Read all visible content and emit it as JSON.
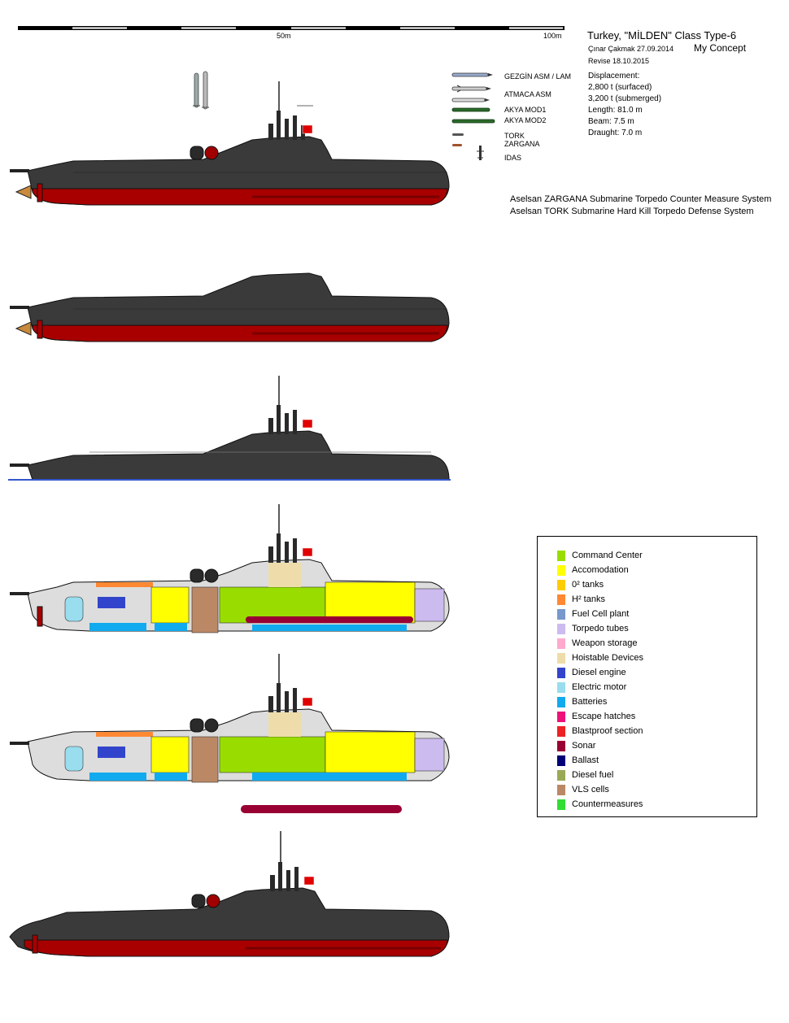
{
  "scale_bar": {
    "label_50": "50m",
    "label_100": "100m"
  },
  "header": {
    "title": "Turkey, \"MİLDEN\" Class Type-6",
    "author_line": "Çınar Çakmak 27.09.2014",
    "concept": "My Concept",
    "revise": "Revise 18.10.2015"
  },
  "specs": [
    "Displacement:",
    "2,800 t (surfaced)",
    "3,200 t (submerged)",
    "Length: 81.0 m",
    "Beam: 7.5 m",
    "Draught: 7.0 m"
  ],
  "weapons": [
    {
      "label": "GEZGİN ASM / LAM",
      "icon": "cruise-missile-icon"
    },
    {
      "label": "ATMACA ASM",
      "icon": "anti-ship-missile-icon"
    },
    {
      "label": "AKYA  MOD1",
      "icon": "torpedo-icon"
    },
    {
      "label": "AKYA  MOD2",
      "icon": "torpedo-icon"
    },
    {
      "label": "TORK",
      "icon": "hard-kill-icon"
    },
    {
      "label": "ZARGANA",
      "icon": "decoy-icon"
    },
    {
      "label": "IDAS",
      "icon": "idas-missile-icon"
    }
  ],
  "systems_notes": [
    "Aselsan ZARGANA Submarine Torpedo Counter Measure System",
    "Aselsan TORK Submarine Hard Kill Torpedo Defense System"
  ],
  "legend": [
    {
      "label": "Command Center",
      "color": "#99dd00"
    },
    {
      "label": "Accomodation",
      "color": "#ffff00"
    },
    {
      "label": "0² tanks",
      "color": "#ffcc00"
    },
    {
      "label": "H² tanks",
      "color": "#ff8833"
    },
    {
      "label": "Fuel Cell plant",
      "color": "#7799cc"
    },
    {
      "label": "Torpedo tubes",
      "color": "#ccbbee"
    },
    {
      "label": "Weapon storage",
      "color": "#ffaacc"
    },
    {
      "label": "Hoistable Devices",
      "color": "#eeddaa"
    },
    {
      "label": "Diesel engine",
      "color": "#3344cc"
    },
    {
      "label": "Electric motor",
      "color": "#99ddee"
    },
    {
      "label": "Batteries",
      "color": "#11aaee"
    },
    {
      "label": "Escape hatches",
      "color": "#ee1177"
    },
    {
      "label": "Blastproof section",
      "color": "#ee2222"
    },
    {
      "label": "Sonar",
      "color": "#990033"
    },
    {
      "label": "Ballast",
      "color": "#000077"
    },
    {
      "label": "Diesel fuel",
      "color": "#99aa55"
    },
    {
      "label": "VLS cells",
      "color": "#bb8866"
    },
    {
      "label": "Countermeasures",
      "color": "#33dd33"
    }
  ],
  "colors": {
    "hull_dark": "#3a3a3a",
    "hull_red": "#a80000",
    "flag_red": "#e00000"
  }
}
